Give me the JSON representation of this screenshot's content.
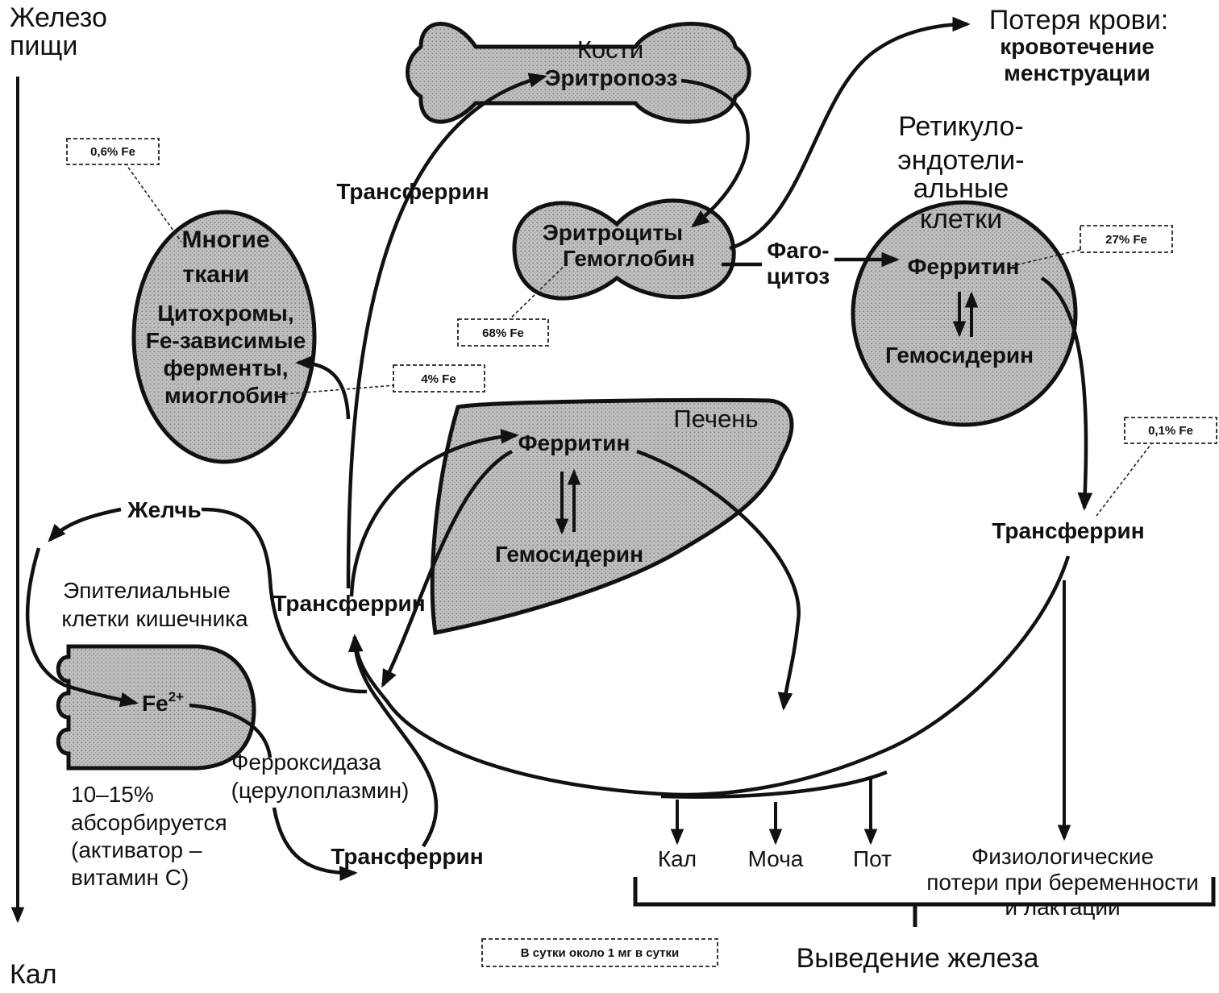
{
  "labels": {
    "food_iron_line1": "Железо",
    "food_iron_line2": "пищи",
    "feces_bottom": "Кал",
    "bones": "Кости",
    "erythropoiesis": "Эритропоэз",
    "blood_loss_line1": "Потеря крови:",
    "blood_loss_line2": "кровотечение",
    "blood_loss_line3": "менструации",
    "reticulo_line1": "Ретикуло-",
    "reticulo_line2": "эндотели-",
    "reticulo_line3": "альные",
    "reticulo_line4": "клетки",
    "rec_ferritin": "Ферритин",
    "rec_hemosiderin": "Гемосидерин",
    "erythrocytes": "Эритроциты",
    "hemoglobin": "Гемоглобин",
    "phagocytosis_line1": "Фаго-",
    "phagocytosis_line2": "цитоз",
    "tissues_line1": "Многие",
    "tissues_line2": "ткани",
    "tissues_line3": "Цитохромы,",
    "tissues_line4": "Fe-зависимые",
    "tissues_line5": "ферменты,",
    "tissues_line6": "миоглобин",
    "transferrin_top": "Трансферрин",
    "liver": "Печень",
    "liver_ferritin": "Ферритин",
    "liver_hemosiderin": "Гемосидерин",
    "transferrin_mid": "Трансферрин",
    "transferrin_right": "Трансферрин",
    "bile": "Желчь",
    "epithelial_line1": "Эпителиальные",
    "epithelial_line2": "клетки кишечника",
    "fe_ion": "Fe",
    "fe_charge": "2+",
    "ferroxidase_line1": "Ферроксидаза",
    "ferroxidase_line2": "(церулоплазмин)",
    "absorbed_line1": "10–15%",
    "absorbed_line2": "абсорбируется",
    "absorbed_line3": "(активатор –",
    "absorbed_line4": "витамин С)",
    "transferrin_bottom": "Трансферрин",
    "out_feces": "Кал",
    "out_urine": "Моча",
    "out_sweat": "Пот",
    "out_physio_line1": "Физиологические",
    "out_physio_line2": "потери при беременности",
    "out_physio_line3": "и лактации",
    "excretion": "Выведение железа"
  },
  "percent_boxes": {
    "tissues_top": "0,6% Fe",
    "hemoglobin": "68% Fe",
    "tissues": "4% Fe",
    "ferritin_rec": "27% Fe",
    "transferrin": "0,1% Fe"
  },
  "daily_note": "В сутки около 1 мг в сутки",
  "colors": {
    "ink": "#111111",
    "shape_fill": "#b9b9b9",
    "dot": "#8a8a8a"
  }
}
